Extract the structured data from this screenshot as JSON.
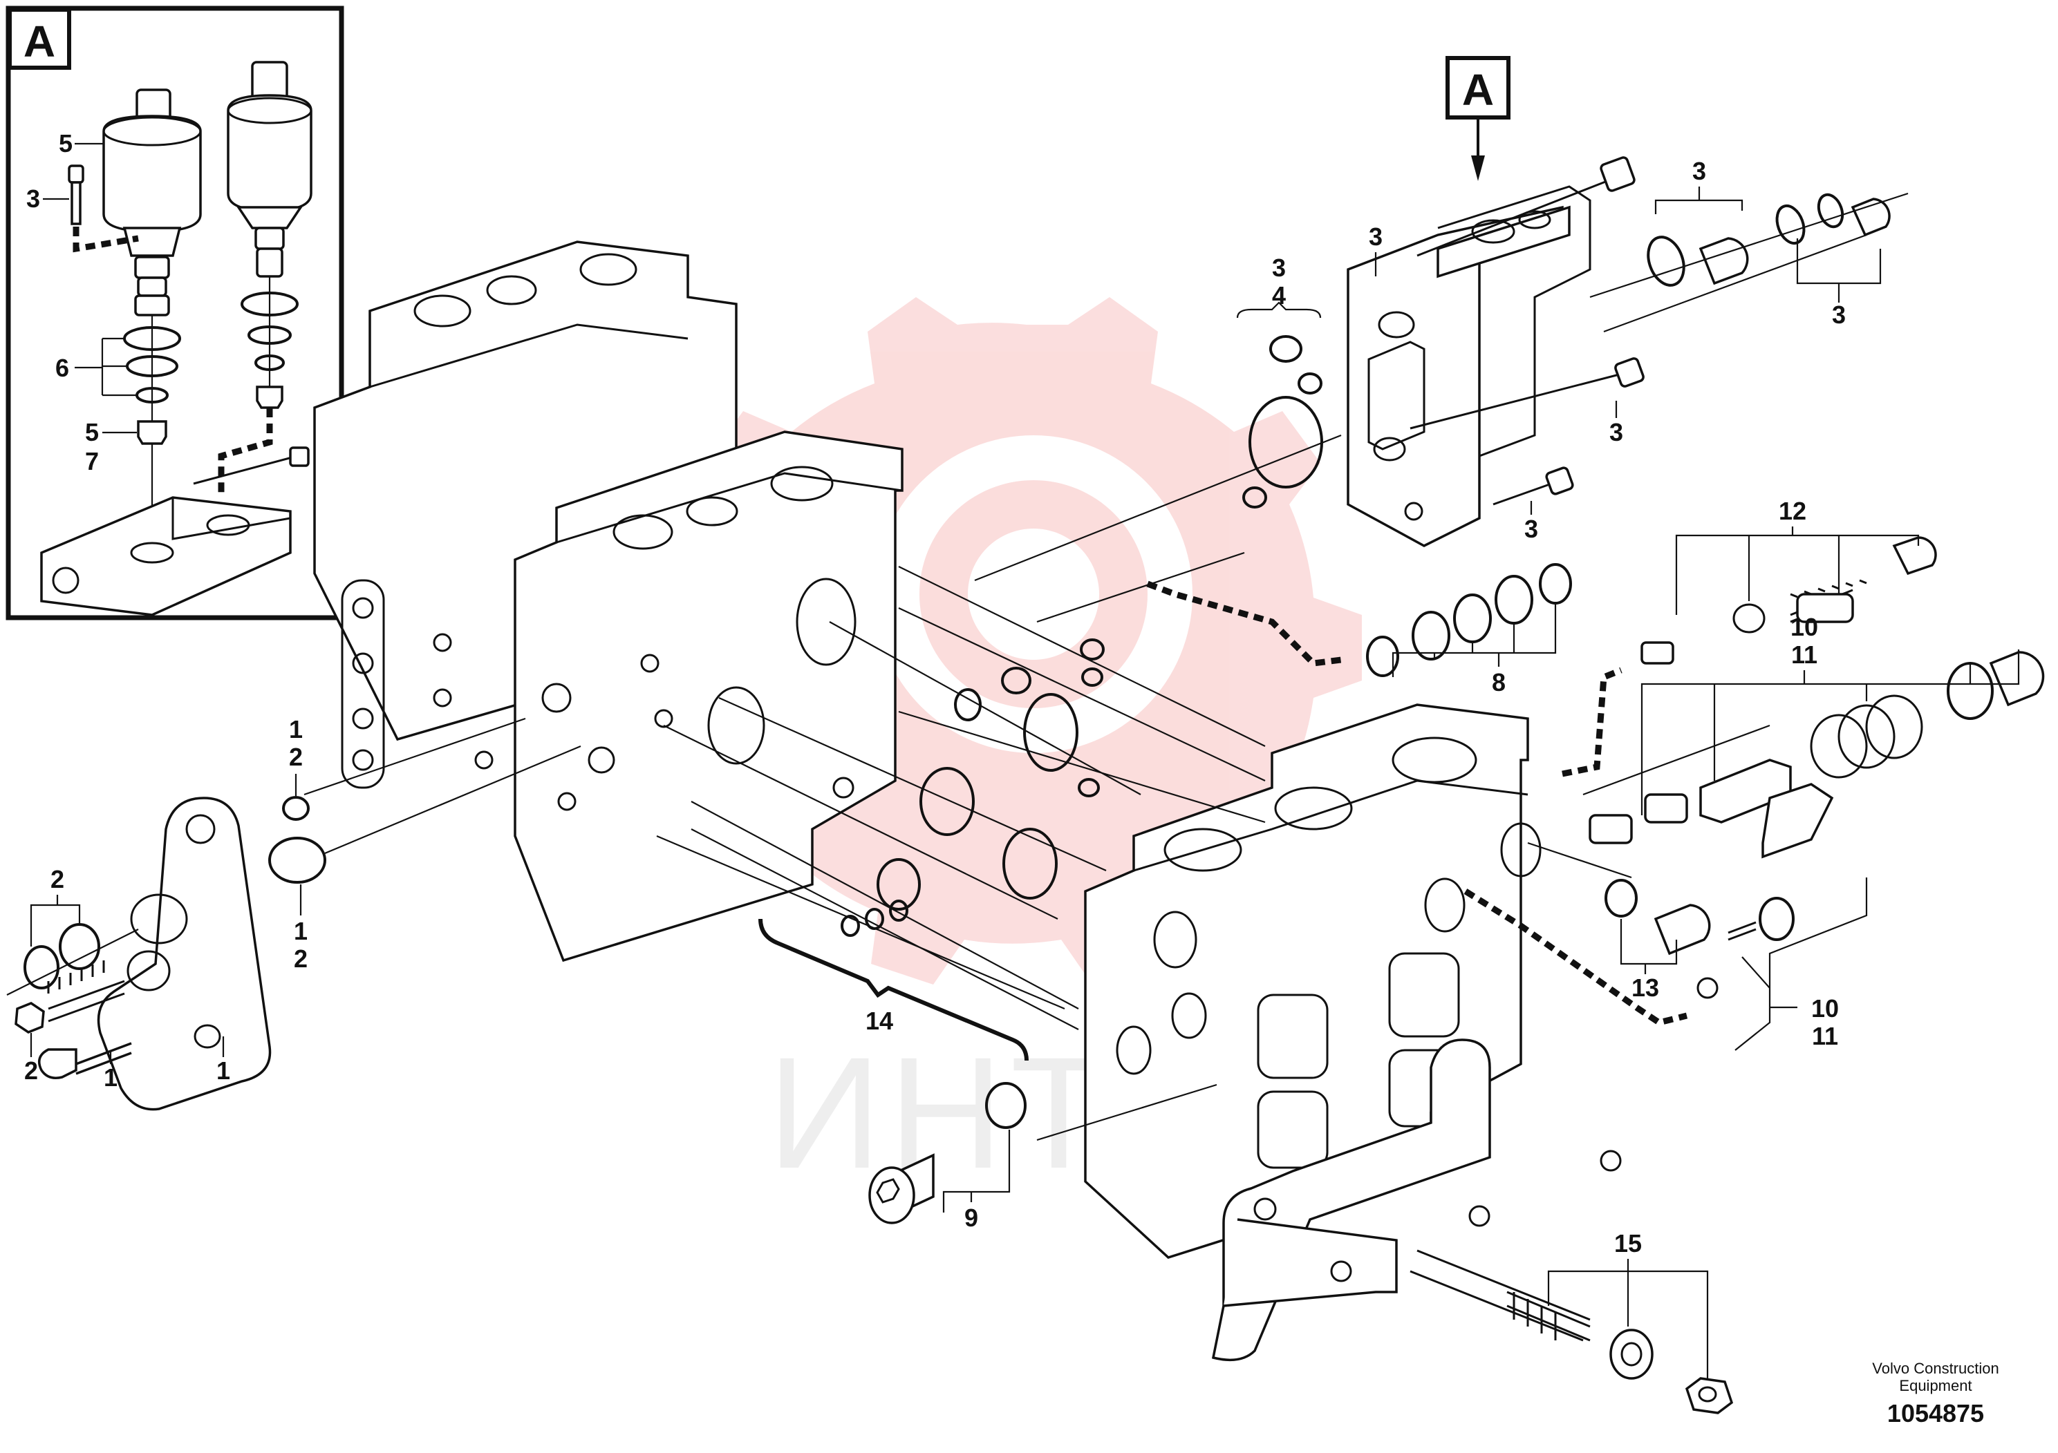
{
  "detail_box_label": "A",
  "view_marker_label": "A",
  "detail_callouts": {
    "c5_top": "5",
    "c3": "3",
    "c6": "6",
    "c5_low": "5",
    "c7": "7"
  },
  "callouts": {
    "c3_top_a": "3",
    "c4_top": "4",
    "c3_top_b": "3",
    "c3_top_right": "3",
    "c3_right_lower": "3",
    "c3_side": "3",
    "c3_bolt": "3",
    "c12": "12",
    "c10_a": "10",
    "c11_a": "11",
    "c8": "8",
    "c1_a": "1",
    "c2_a": "2",
    "c2_left": "2",
    "c1_b": "1",
    "c2_b": "2",
    "c2_nut": "2",
    "c1_bolt": "1",
    "c1_plate": "1",
    "c14": "14",
    "c13": "13",
    "c10_b": "10",
    "c11_b": "11",
    "c9": "9",
    "c15": "15"
  },
  "footer": {
    "brand_line1": "Volvo Construction",
    "brand_line2": "Equipment",
    "drawing_number": "1054875"
  },
  "watermark_text": "ИНТЕХ",
  "colors": {
    "watermark_red": "#e8312f",
    "watermark_gray": "#9a9a9a",
    "line": "#111111"
  }
}
